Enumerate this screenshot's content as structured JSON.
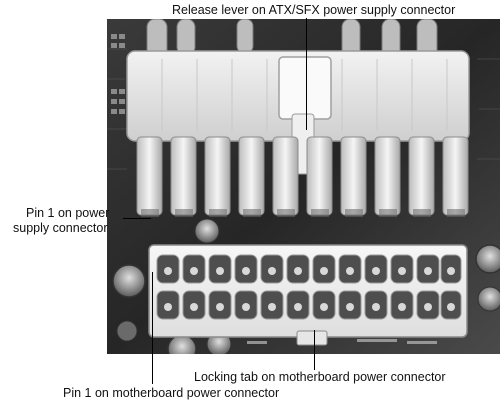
{
  "callouts": {
    "release_lever": "Release lever on ATX/SFX power supply connector",
    "pin1_psu_line1": "Pin 1 on power",
    "pin1_psu_line2": "supply connector",
    "pin1_motherboard": "Pin 1 on motherboard power connector",
    "locking_tab": "Locking tab on motherboard power connector"
  },
  "image": {
    "subject": "photo of 24-pin ATX power supply cable connector above motherboard power socket",
    "style": "grayscale photograph"
  }
}
